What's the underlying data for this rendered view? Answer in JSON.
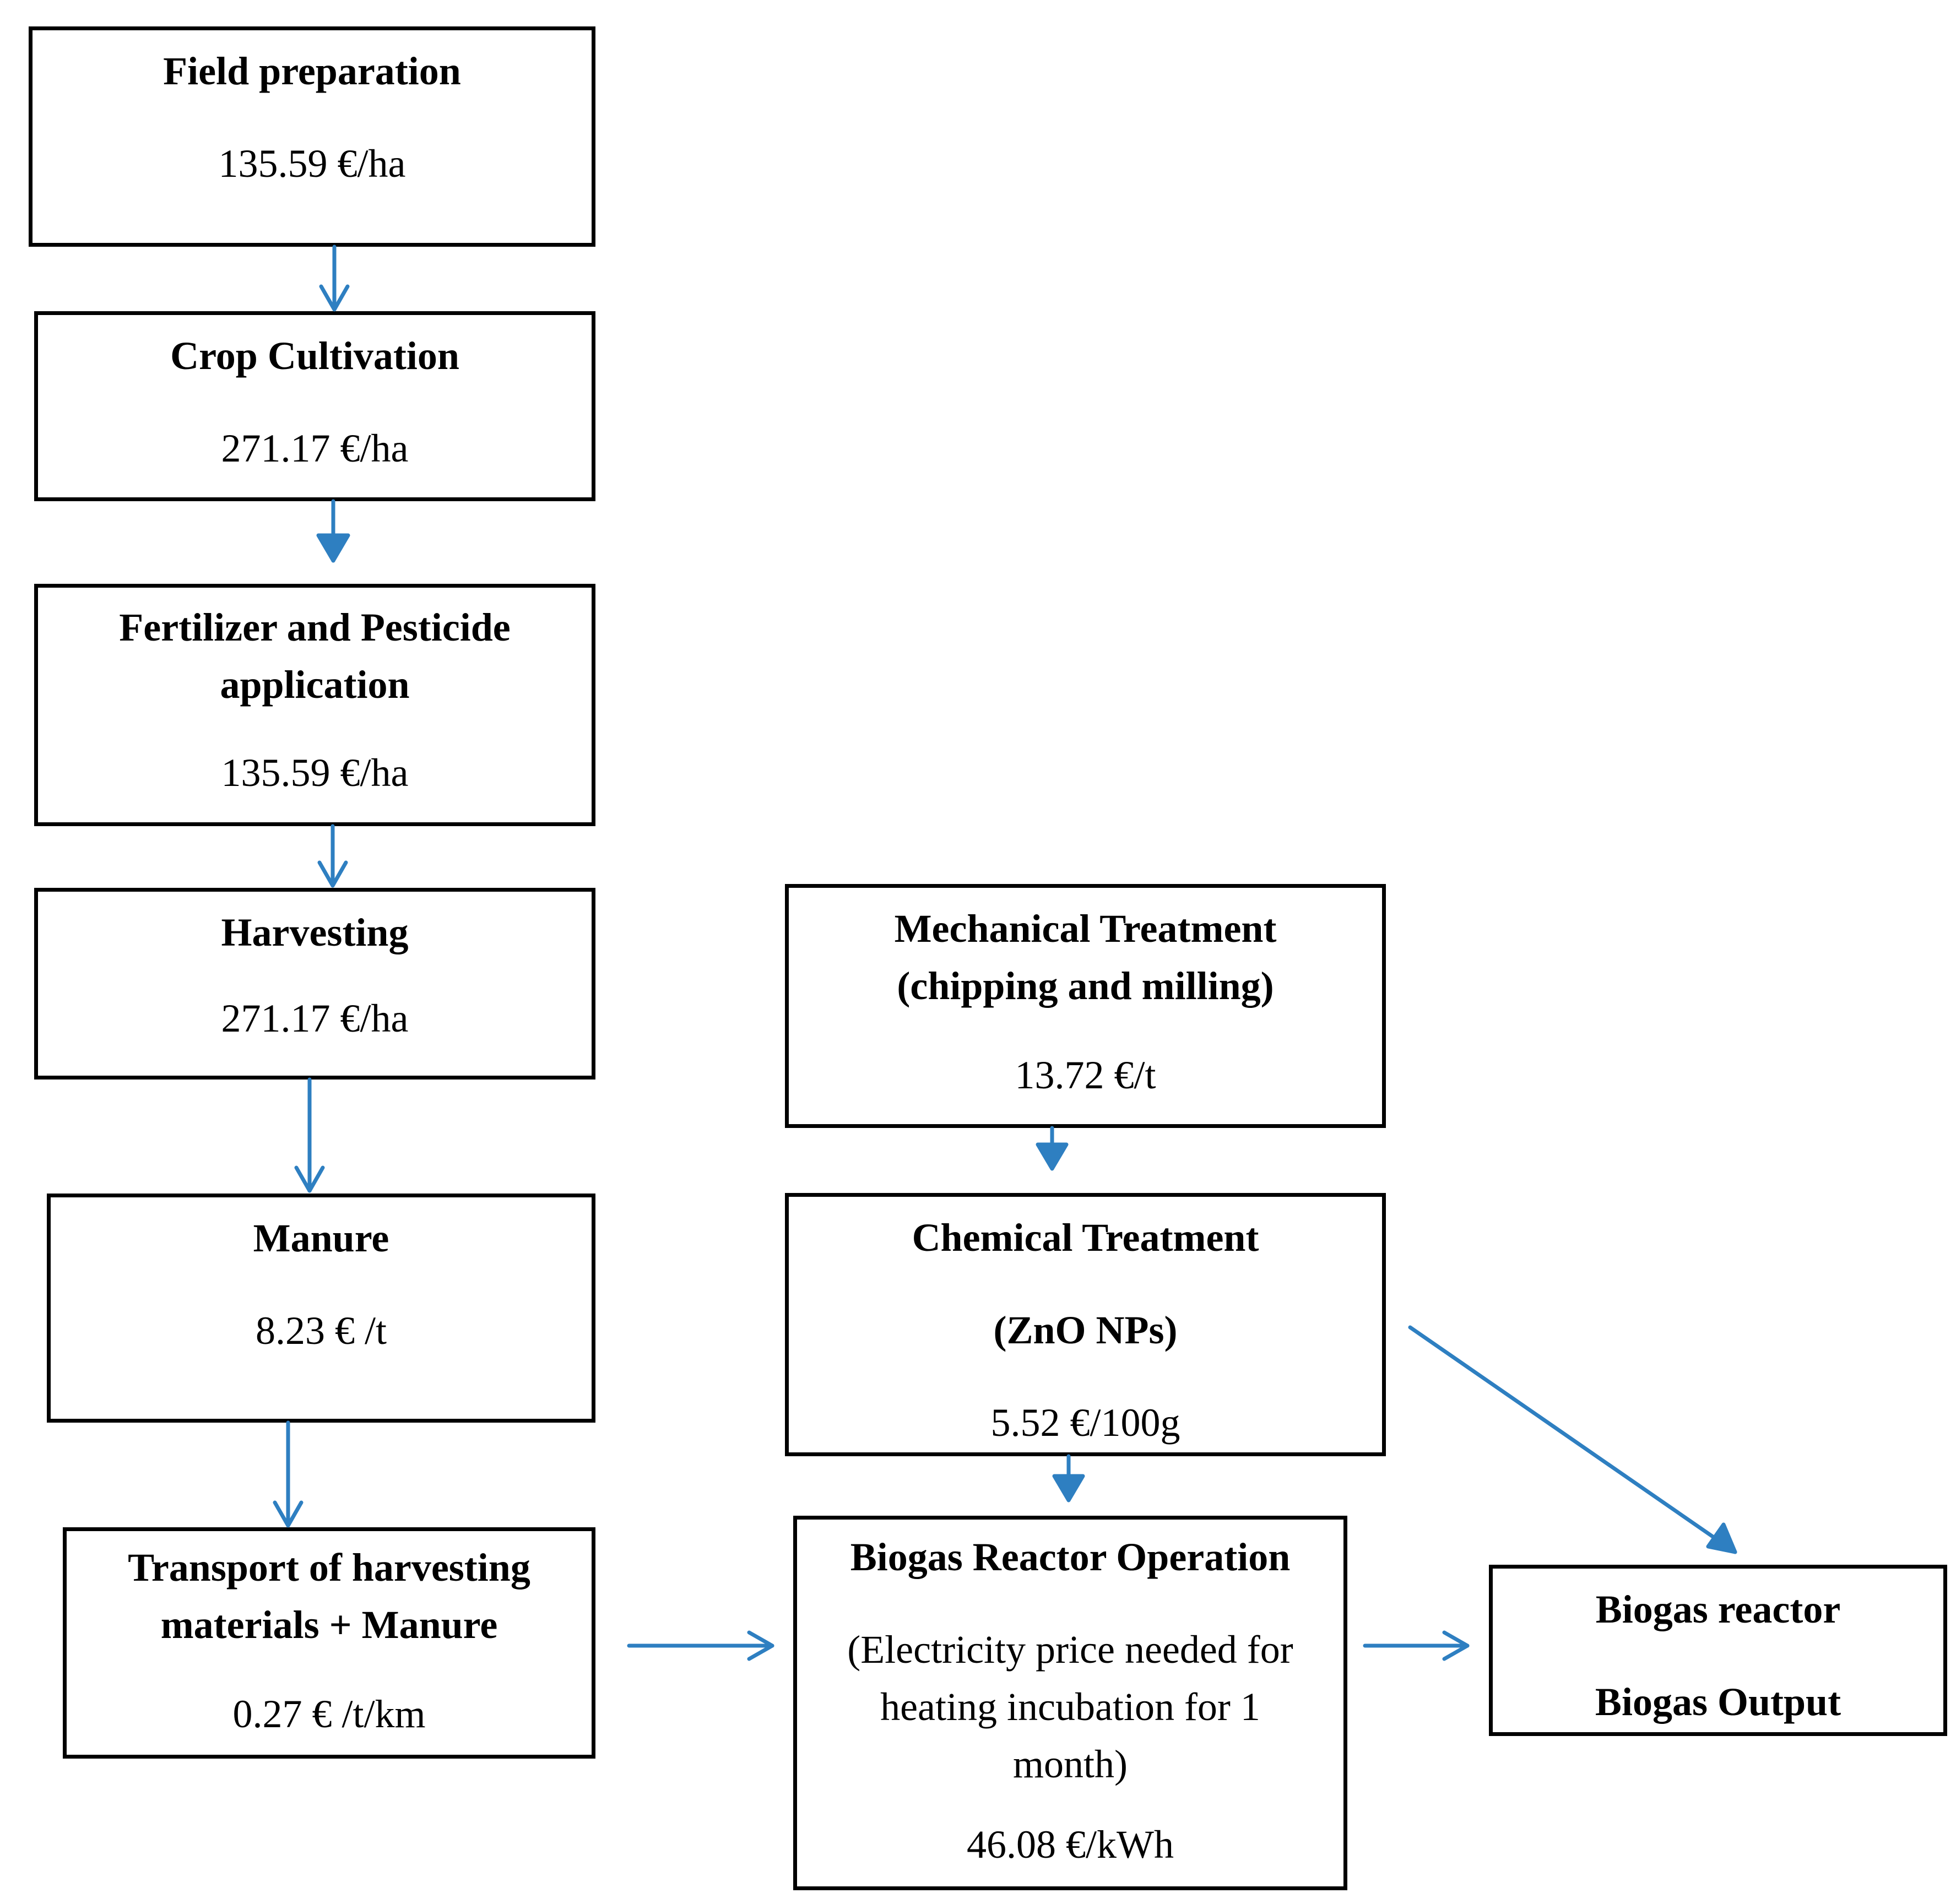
{
  "colors": {
    "arrow": "#2e7fc1",
    "border": "#000000",
    "text": "#000000",
    "background": "#ffffff"
  },
  "nodes": {
    "field_preparation": {
      "title": "Field preparation",
      "cost": "135.59 €/ha"
    },
    "crop_cultivation": {
      "title": "Crop Cultivation",
      "cost": "271.17 €/ha"
    },
    "fertilizer": {
      "title_line1": "Fertilizer and Pesticide",
      "title_line2": "application",
      "cost": "135.59 €/ha"
    },
    "harvesting": {
      "title": "Harvesting",
      "cost": "271.17 €/ha"
    },
    "manure": {
      "title": "Manure",
      "cost": "8.23 € /t"
    },
    "transport": {
      "title_line1": "Transport of harvesting",
      "title_line2": "materials + Manure",
      "cost": "0.27 € /t/km"
    },
    "mechanical": {
      "title_line1": "Mechanical Treatment",
      "title_line2": "(chipping and milling)",
      "cost": "13.72 €/t"
    },
    "chemical": {
      "title": "Chemical Treatment",
      "subtitle": "(ZnO NPs)",
      "cost": "5.52 €/100g"
    },
    "reactor_operation": {
      "title": "Biogas Reactor Operation",
      "note_line1": "(Electricity price needed for",
      "note_line2": "heating incubation for 1",
      "note_line3": "month)",
      "cost": "46.08 €/kWh"
    },
    "biogas_output": {
      "line1": "Biogas reactor",
      "line2": "Biogas Output"
    }
  }
}
